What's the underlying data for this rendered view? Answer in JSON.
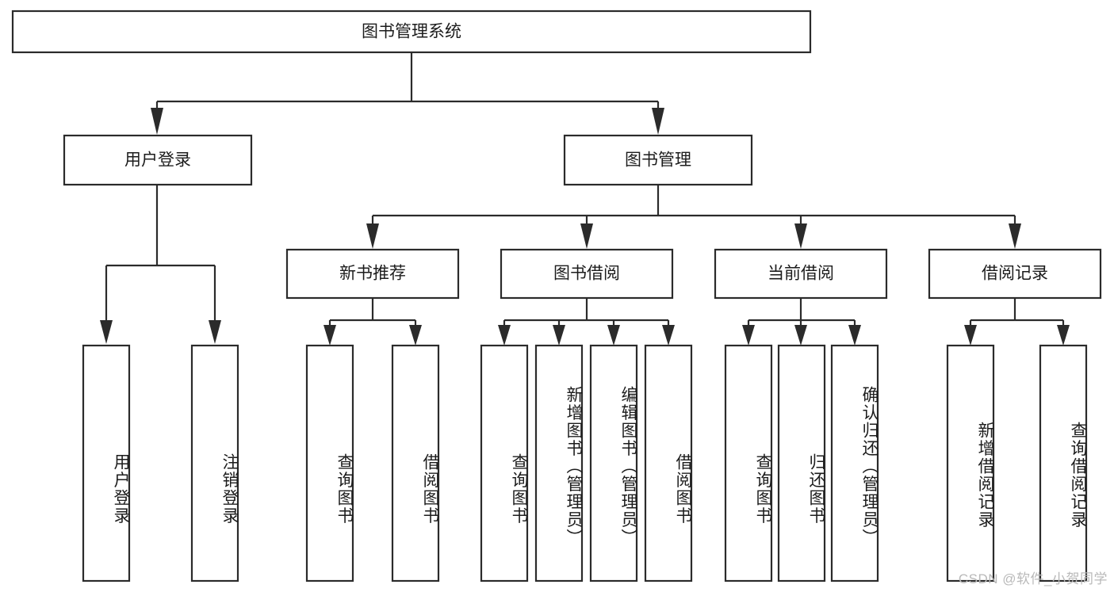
{
  "diagram": {
    "type": "hierarchy-tree",
    "title": "图书管理系统",
    "orientation": "top-down",
    "colors": {
      "box_stroke": "#2b2b2b",
      "box_fill": "#ffffff",
      "text": "#1c1c1c",
      "connector": "#2b2b2b",
      "watermark": "#b9b9b9",
      "background": "#ffffff"
    },
    "root": {
      "label": "图书管理系统"
    },
    "level2": [
      {
        "label": "用户登录"
      },
      {
        "label": "图书管理"
      }
    ],
    "level3": [
      {
        "label": "新书推荐"
      },
      {
        "label": "图书借阅"
      },
      {
        "label": "当前借阅"
      },
      {
        "label": "借阅记录"
      }
    ],
    "leaves": {
      "user_login": [
        {
          "label": "用户登录"
        },
        {
          "label": "注销登录"
        }
      ],
      "new_book_recommend": [
        {
          "label": "查询图书"
        },
        {
          "label": "借阅图书"
        }
      ],
      "book_borrow": [
        {
          "label": "查询图书"
        },
        {
          "label": "新增图书（管理员）"
        },
        {
          "label": "编辑图书（管理员）"
        },
        {
          "label": "借阅图书"
        }
      ],
      "current_borrow": [
        {
          "label": "查询图书"
        },
        {
          "label": "归还图书"
        },
        {
          "label": "确认归还（管理员）"
        }
      ],
      "borrow_record": [
        {
          "label": "新增借阅记录"
        },
        {
          "label": "查询借阅记录"
        }
      ]
    },
    "watermark": "CSDN @软件_小贺同学"
  }
}
